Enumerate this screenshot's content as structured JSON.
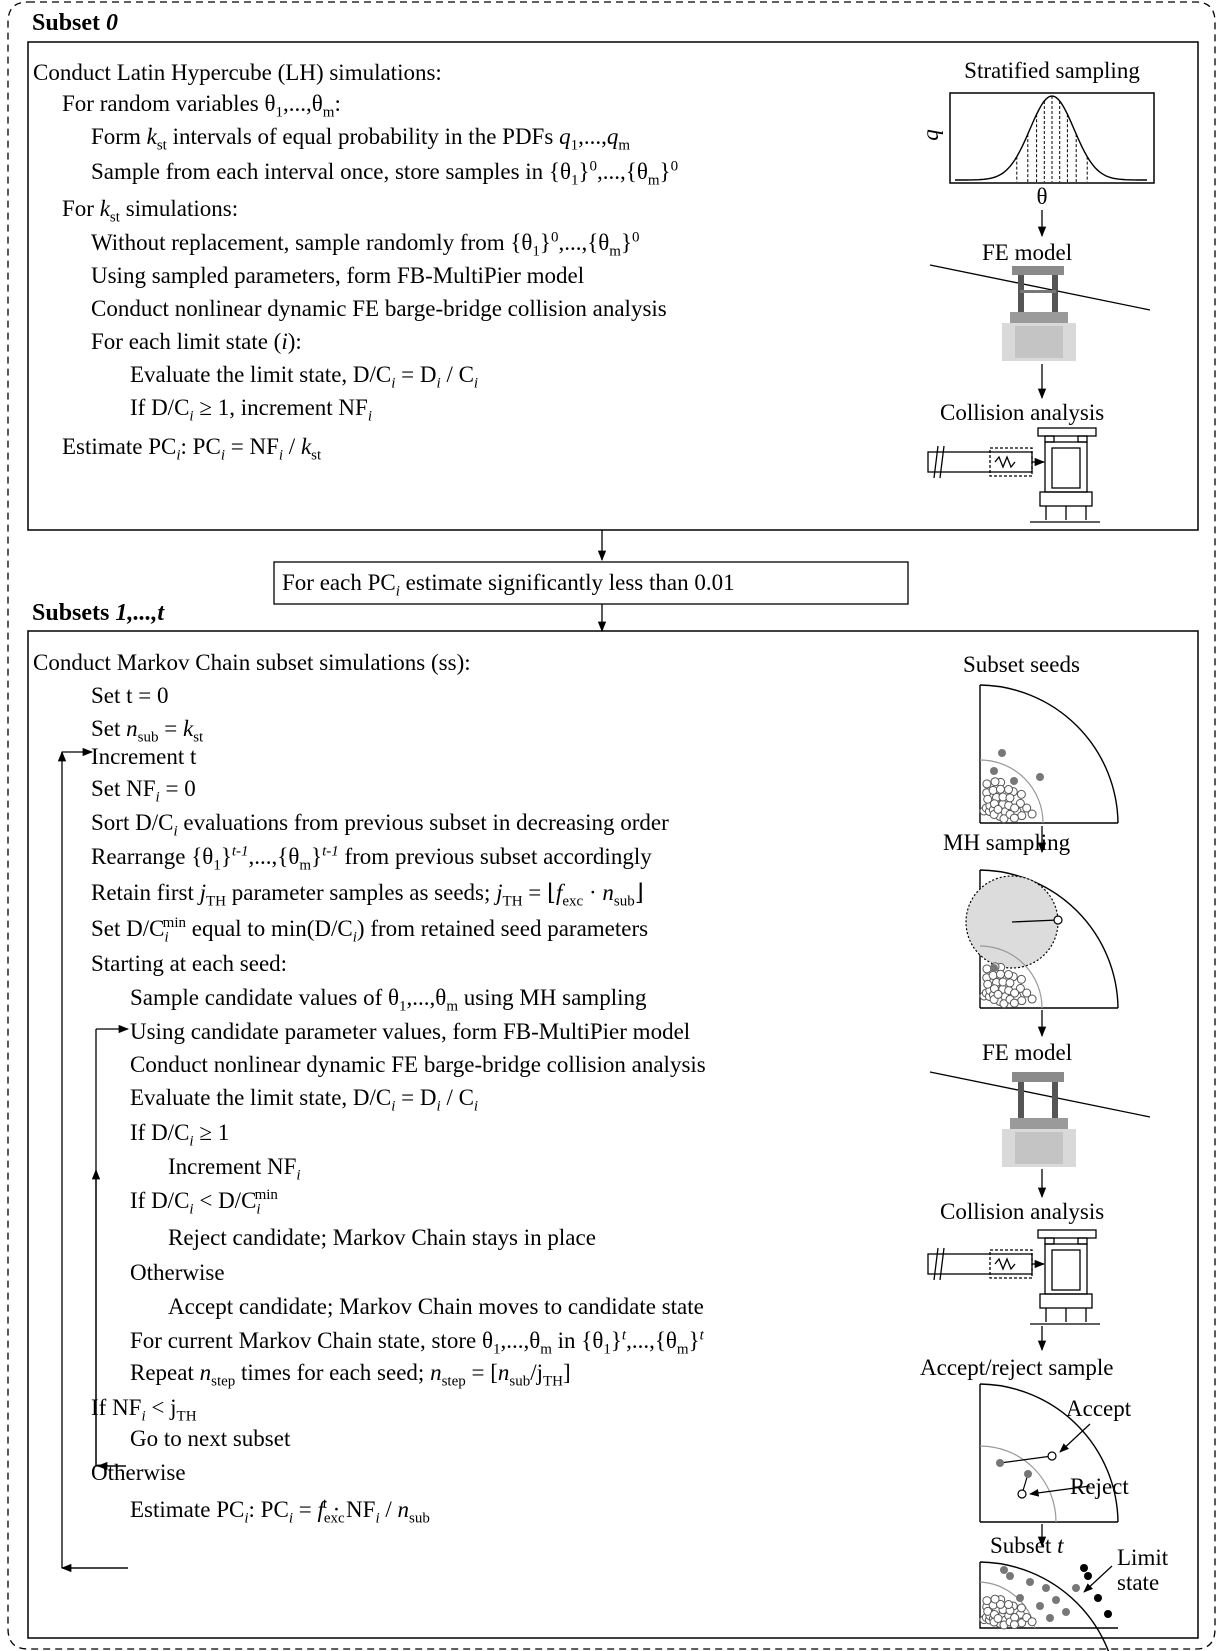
{
  "subset0": {
    "header": "Subset 0",
    "lines": [
      "Conduct Latin Hypercube (LH) simulations:",
      "For random variables θ1,...,θm:",
      "Form kst intervals of equal probability in the PDFs q1,...,qm",
      "Sample from each interval once, store samples in {θ1}0,...,{θm}0",
      "For kst simulations:",
      "Without replacement, sample randomly from {θ1}0,...,{θm}0",
      "Using sampled parameters, form FB-MultiPier model",
      "Conduct nonlinear dynamic FE barge-bridge collision analysis",
      "For each limit state (i):",
      "Evaluate the limit state, D/Ci = Di / Ci",
      "If D/Ci ≥ 1, increment NFi",
      "Estimate PCi: PCi = NFi / kst"
    ],
    "figures": {
      "stratified_title": "Stratified sampling",
      "q_axis": "q",
      "theta_axis": "θ",
      "fe_model": "FE model",
      "collision": "Collision analysis"
    }
  },
  "condition": "For each PCi estimate significantly less than 0.01",
  "subsets": {
    "header": "Subsets 1,...,t",
    "lines": [
      "Conduct Markov Chain subset simulations (ss):",
      "Set t = 0",
      "Set nsub = kst",
      "Increment t",
      "Set NFi = 0",
      "Sort D/Ci evaluations from previous subset in decreasing order",
      "Rearrange {θ1}t-1,...,{θm}t-1 from previous subset accordingly",
      "Retain first jTH parameter samples as seeds; jTH = ⌊fexc · nsub⌋",
      "Set D/Cimin equal to min(D/Ci) from retained seed parameters",
      "Starting at each seed:",
      "Sample candidate values of θ1,...,θm using MH sampling",
      "Using candidate parameter values, form FB-MultiPier model",
      "Conduct nonlinear dynamic FE barge-bridge collision analysis",
      "Evaluate the limit state, D/Ci = Di / Ci",
      "If D/Ci ≥ 1",
      "Increment NFi",
      "If D/Ci < D/Cimin",
      "Reject candidate; Markov Chain stays in place",
      "Otherwise",
      "Accept candidate; Markov Chain moves to candidate state",
      "For current Markov Chain state, store θ1,...,θm in {θ1}t,...,{θm}t",
      "Repeat nstep times for each seed; nstep = [nsub/jTH]",
      "If NFi < jTH",
      "Go to next subset",
      "Otherwise",
      "Estimate PCi: PCi = fexct · NFi / nsub"
    ],
    "figures": {
      "subset_seeds": "Subset seeds",
      "mh_sampling": "MH sampling",
      "fe_model": "FE model",
      "collision": "Collision analysis",
      "accept_reject": "Accept/reject sample",
      "accept": "Accept",
      "reject": "Reject",
      "subset_t": "Subset t",
      "limit_state_1": "Limit",
      "limit_state_2": "state"
    }
  }
}
